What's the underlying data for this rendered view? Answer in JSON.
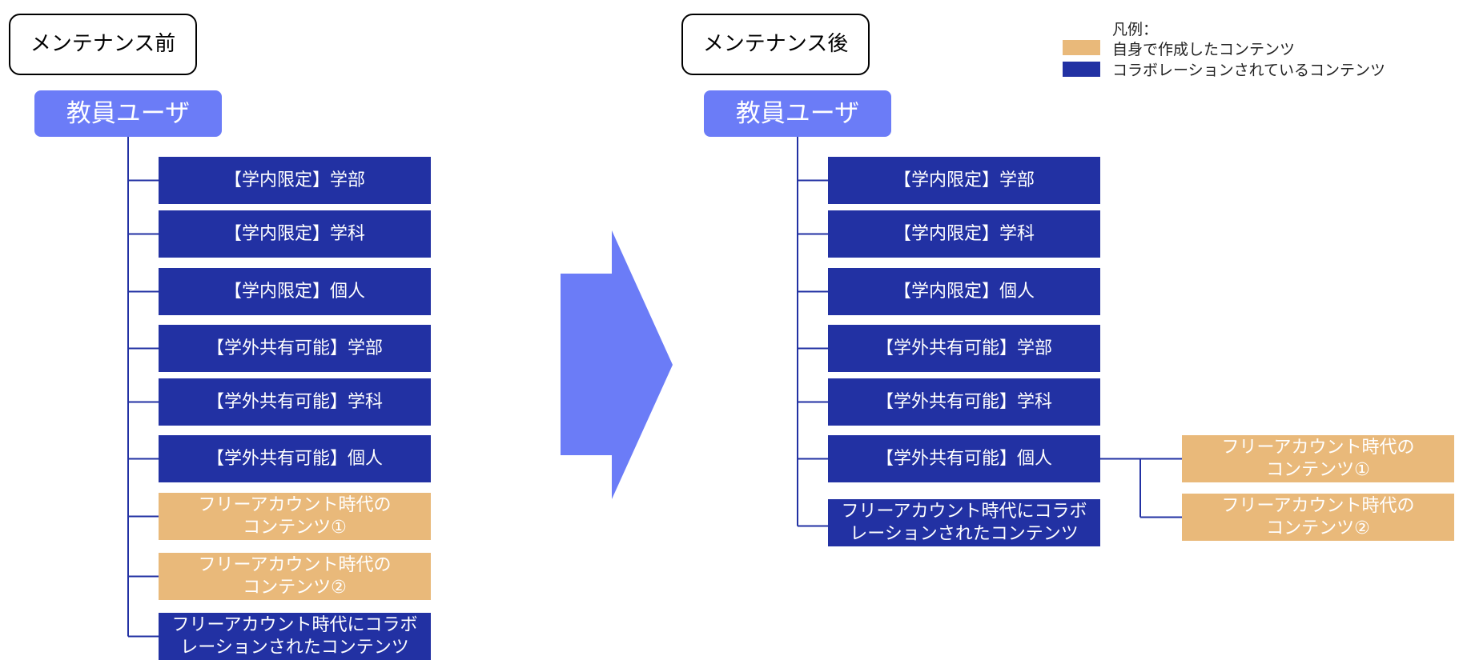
{
  "colors": {
    "collab": "#2231a3",
    "self": "#e9b97a",
    "root": "#6b7cf7",
    "arrow": "#6b7cf7",
    "line": "#2231a3"
  },
  "legend": {
    "title": "凡例：",
    "items": [
      {
        "label": "自身で作成したコンテンツ",
        "kind": "self"
      },
      {
        "label": "コラボレーションされているコンテンツ",
        "kind": "collab"
      }
    ]
  },
  "before": {
    "title": "メンテナンス前",
    "root": "教員ユーザ",
    "children": [
      {
        "label": "【学内限定】学部",
        "kind": "collab"
      },
      {
        "label": "【学内限定】学科",
        "kind": "collab"
      },
      {
        "label": "【学内限定】個人",
        "kind": "collab"
      },
      {
        "label": "【学外共有可能】学部",
        "kind": "collab"
      },
      {
        "label": "【学外共有可能】学科",
        "kind": "collab"
      },
      {
        "label": "【学外共有可能】個人",
        "kind": "collab"
      },
      {
        "label": "フリーアカウント時代の\nコンテンツ①",
        "kind": "self"
      },
      {
        "label": "フリーアカウント時代の\nコンテンツ②",
        "kind": "self"
      },
      {
        "label": "フリーアカウント時代にコラボ\nレーションされたコンテンツ",
        "kind": "collab"
      }
    ]
  },
  "after": {
    "title": "メンテナンス後",
    "root": "教員ユーザ",
    "children": [
      {
        "label": "【学内限定】学部",
        "kind": "collab"
      },
      {
        "label": "【学内限定】学科",
        "kind": "collab"
      },
      {
        "label": "【学内限定】個人",
        "kind": "collab"
      },
      {
        "label": "【学外共有可能】学部",
        "kind": "collab"
      },
      {
        "label": "【学外共有可能】学科",
        "kind": "collab"
      },
      {
        "label": "【学外共有可能】個人",
        "kind": "collab",
        "children": [
          {
            "label": "フリーアカウント時代の\nコンテンツ①",
            "kind": "self"
          },
          {
            "label": "フリーアカウント時代の\nコンテンツ②",
            "kind": "self"
          }
        ]
      },
      {
        "label": "フリーアカウント時代にコラボ\nレーションされたコンテンツ",
        "kind": "collab"
      }
    ]
  }
}
